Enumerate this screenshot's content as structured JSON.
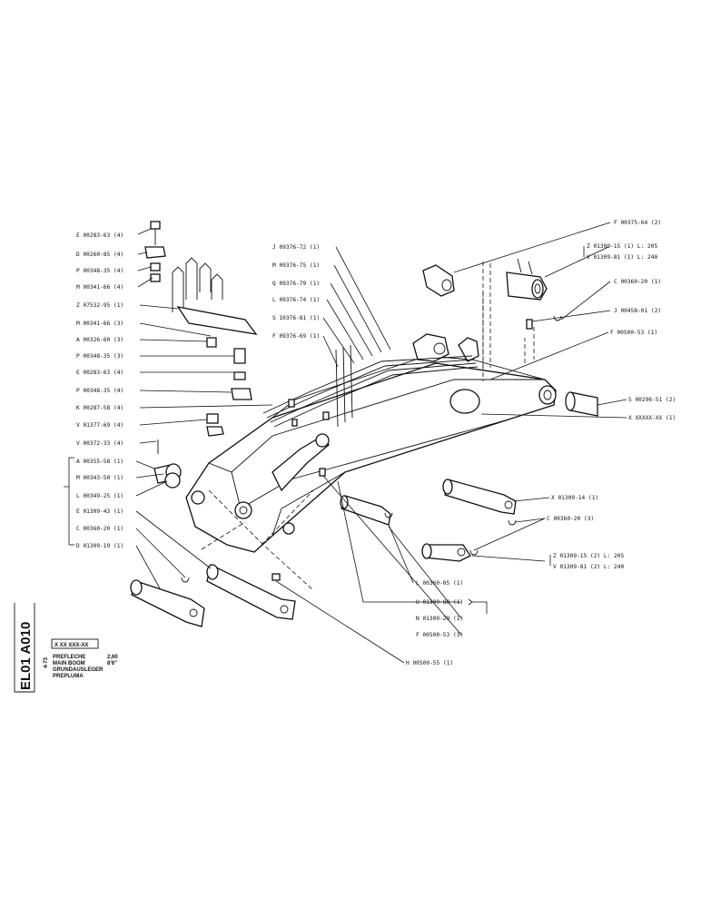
{
  "drawing_code": "EL01 A010",
  "side_note": "4-73",
  "title_block": {
    "code": "X XX XXX-XX",
    "lines": [
      {
        "name": "PREFLECHE",
        "value": "2,60"
      },
      {
        "name": "MAIN BOOM",
        "value": "8'6\""
      },
      {
        "name": "GRUNDAUSLEGER",
        "value": ""
      },
      {
        "name": "PREPLUMA",
        "value": ""
      }
    ]
  },
  "left_labels": [
    "E 00283-63 (4)",
    "D 00260-85 (4)",
    "P 00348-35 (4)",
    "M 00341-66 (4)",
    "Z 07532-95 (1)",
    "M 00341-66 (3)",
    "A 00326-60 (3)",
    "P 00348-35 (3)",
    "E 00283-63 (4)",
    "P 00348-35 (4)",
    "K 00287-58 (4)",
    "V 01377-69 (4)",
    "V 00372-33 (4)",
    "A 00355-58 (1)",
    "M 00343-50 (1)",
    "L 00349-25 (1)",
    "E 01309-43 (1)",
    "C 00360-20 (1)",
    "D 01309-19 (1)"
  ],
  "top_labels": [
    "J 09376-72 (1)",
    "M 09376-75 (1)",
    "Q 09376-79 (1)",
    "L 09376-74 (1)",
    "S 10376-81 (1)",
    "F 09376-69 (1)"
  ],
  "right_labels": [
    "F 00375-64 (2)",
    "Z 01309-15 (1)   L: 205",
    "V 01309-81 (1)   L: 240",
    "C 00360-20 (1)",
    "J 00458-01 (2)",
    "F 00500-53 (1)",
    "S 00296-51 (2)",
    "X XXXXX-XX (1)",
    "X 01309-14 (1)",
    "C 00360-20 (3)",
    "Z 01309-15 (2)   L: 205",
    "V 01309-81 (2)   L: 240"
  ],
  "bottom_labels": [
    "L 00360-05 (1)",
    "U 01309-80 (1)",
    "N 01309-20 (1)",
    "F 00500-53 (3)",
    "H 00500-55 (1)"
  ]
}
